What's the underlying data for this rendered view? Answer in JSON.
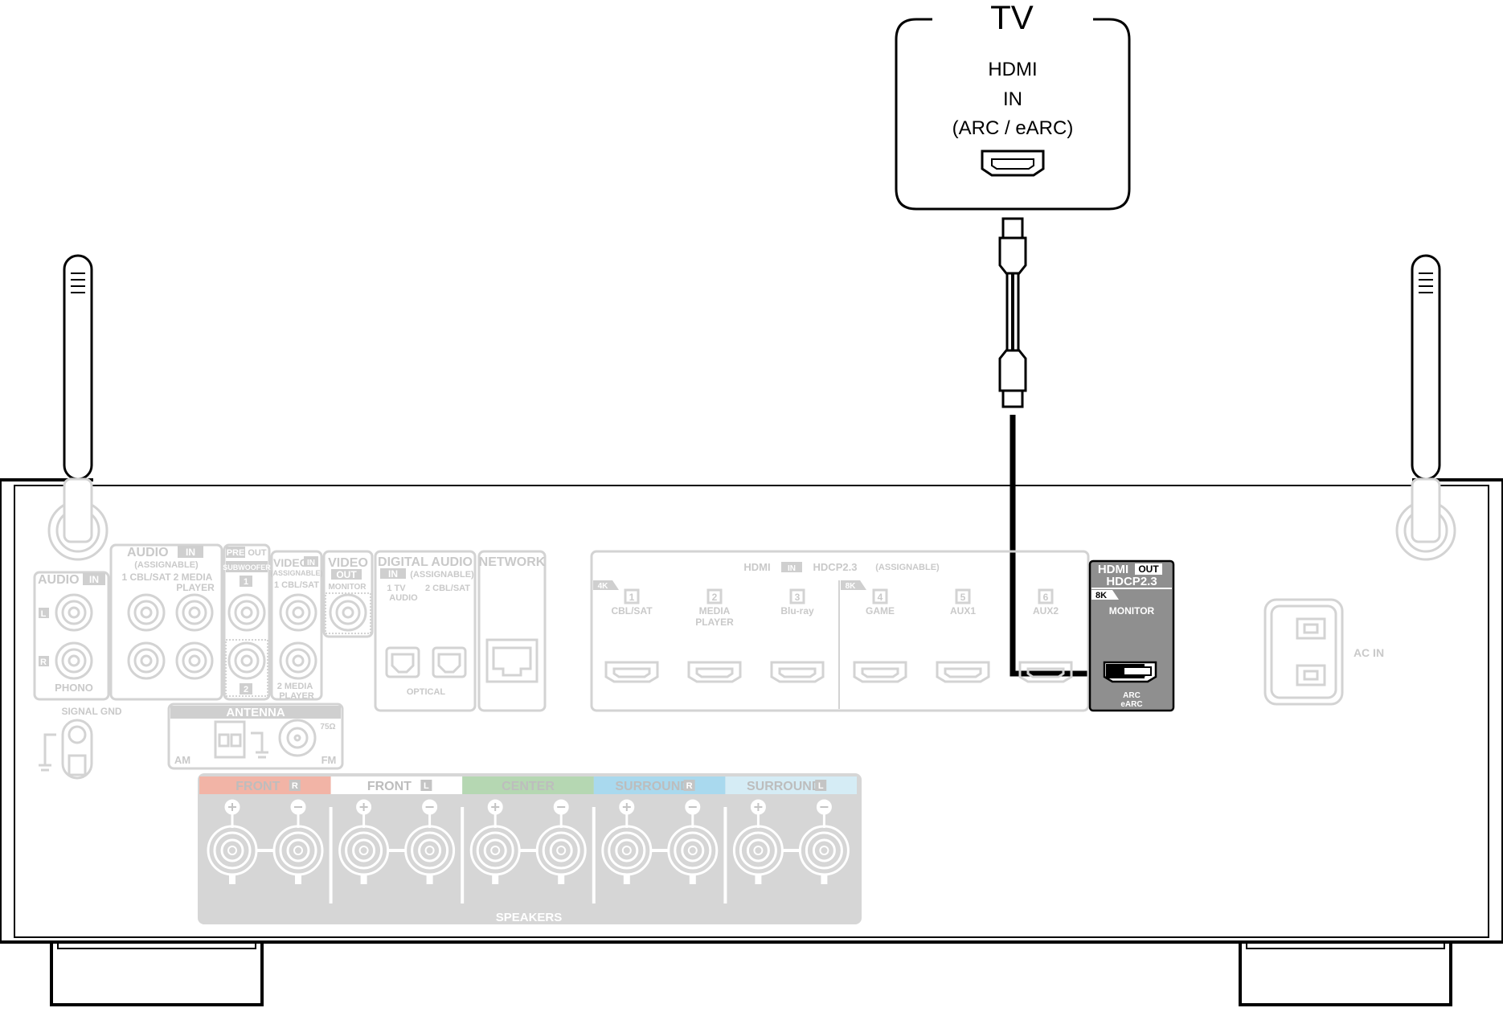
{
  "tv": {
    "title": "TV",
    "lines": [
      "HDMI",
      "IN",
      "(ARC / eARC)"
    ]
  },
  "receiver": {
    "audio_in_left": {
      "title": "AUDIO",
      "tag": "IN",
      "ch_l": "L",
      "ch_r": "R",
      "name": "PHONO"
    },
    "signal_gnd": "SIGNAL GND",
    "audio_in_assign": {
      "title": "AUDIO",
      "tag": "IN",
      "sub": "(ASSIGNABLE)",
      "in1": "1 CBL/SAT",
      "in2a": "2 MEDIA",
      "in2b": "PLAYER"
    },
    "pre_out": {
      "pre": "PRE",
      "out": "OUT",
      "sub": "SUBWOOFER",
      "n1": "1",
      "n2": "2"
    },
    "video_in": {
      "title": "VIDEO",
      "tag": "IN",
      "sub": "(ASSIGNABLE)",
      "in1": "1 CBL/SAT",
      "in2a": "2 MEDIA",
      "in2b": "PLAYER"
    },
    "video_out": {
      "title": "VIDEO",
      "tag": "OUT",
      "name": "MONITOR"
    },
    "digital_audio": {
      "title": "DIGITAL AUDIO",
      "tag": "IN",
      "sub": "(ASSIGNABLE)",
      "in1a": "1   TV",
      "in1b": "AUDIO",
      "in2": "2 CBL/SAT",
      "name": "OPTICAL"
    },
    "network": "NETWORK",
    "antenna": {
      "title": "ANTENNA",
      "am": "AM",
      "fm": "FM",
      "ohm": "75Ω"
    },
    "hdmi_in": {
      "title": "HDMI",
      "tag": "IN",
      "hdcp": "HDCP2.3",
      "assign": "(ASSIGNABLE)",
      "badge_4k": "4K",
      "badge_8k": "8K",
      "inputs": [
        {
          "num": "1",
          "name": "CBL/SAT",
          "name2": ""
        },
        {
          "num": "2",
          "name": "MEDIA",
          "name2": "PLAYER"
        },
        {
          "num": "3",
          "name": "Blu-ray",
          "name2": ""
        },
        {
          "num": "4",
          "name": "GAME",
          "name2": ""
        },
        {
          "num": "5",
          "name": "AUX1",
          "name2": ""
        },
        {
          "num": "6",
          "name": "AUX2",
          "name2": ""
        }
      ]
    },
    "hdmi_out": {
      "title": "HDMI",
      "tag": "OUT",
      "hdcp": "HDCP2.3",
      "badge": "8K",
      "name": "MONITOR",
      "arc": "ARC",
      "earc": "eARC"
    },
    "ac_in": "AC IN",
    "speakers": {
      "title": "SPEAKERS",
      "groups": [
        {
          "name": "FRONT",
          "side": "R",
          "color": "#f2b4a6"
        },
        {
          "name": "FRONT",
          "side": "L",
          "color": "#ffffff"
        },
        {
          "name": "CENTER",
          "side": "",
          "color": "#b5d7b2"
        },
        {
          "name": "SURROUND",
          "side": "R",
          "color": "#a9d9ee"
        },
        {
          "name": "SURROUND",
          "side": "L",
          "color": "#d5ecf5"
        }
      ]
    }
  }
}
